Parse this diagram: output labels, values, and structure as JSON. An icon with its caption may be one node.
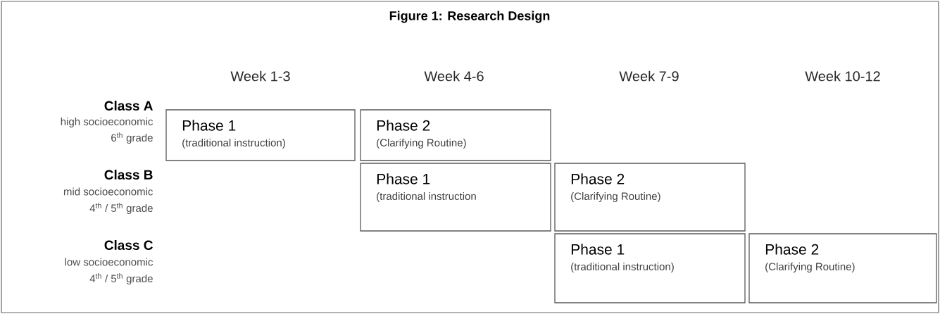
{
  "diagram": {
    "title": "Figure 1: Research Design",
    "nodes": [
      {
        "text": [
          "Phase 1",
          "(traditional instruction)"
        ]
      },
      {
        "text": [
          "Phase 2",
          "(Clarifying Routine)"
        ]
      },
      {
        "text": [
          "Phase 1",
          "(traditional instruction"
        ]
      },
      {
        "text": [
          "Phase 2",
          "(Clarifying Routine)"
        ]
      },
      {
        "text": [
          "Phase 1",
          "(traditional instruction)"
        ]
      },
      {
        "text": [
          "Phase 2",
          "(Clarifying Routine)"
        ]
      }
    ],
    "labels": [
      "Week 1-3",
      "Week 4-6",
      "Week 7-9",
      "Week 10-12",
      "Class A",
      "high socioeconomic",
      "6$^{th}$ grade",
      "Class B",
      "mid socioeconomic",
      "4$^{th}$ / 5$^{th}$ grade",
      "Class C",
      "low socioeconomic",
      "4$^{th}$ / 5$^{th}$ grade"
    ]
  }
}
